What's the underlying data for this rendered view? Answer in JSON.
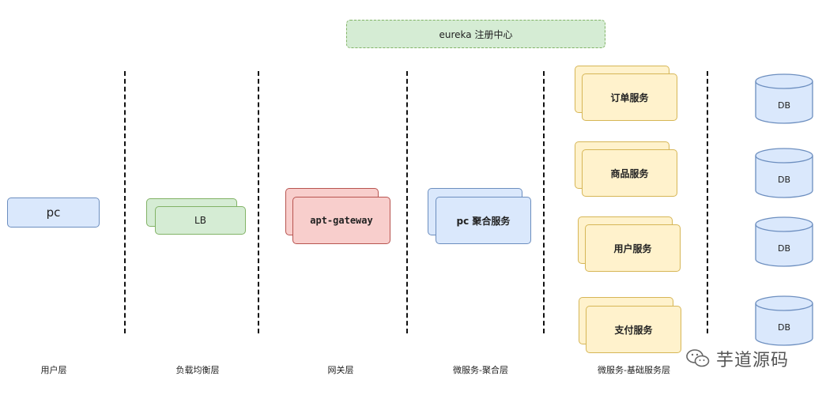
{
  "registry": {
    "label": "eureka 注册中心"
  },
  "nodes": {
    "pc": "pc",
    "lb": "LB",
    "gateway": "apt-gateway",
    "aggregation": "pc 聚合服务",
    "services": [
      "订单服务",
      "商品服务",
      "用户服务",
      "支付服务"
    ],
    "databases": [
      "DB",
      "DB",
      "DB",
      "DB"
    ]
  },
  "layers": [
    "用户层",
    "负载均衡层",
    "网关层",
    "微服务-聚合层",
    "微服务-基础服务层"
  ],
  "watermark": {
    "text": "芋道源码",
    "icon": "wechat-icon"
  },
  "colors": {
    "green_fill": "#d5ecd4",
    "green_stroke": "#82b366",
    "blue_fill": "#dae8fc",
    "blue_stroke": "#6c8ebf",
    "red_fill": "#f8cecc",
    "red_stroke": "#b85450",
    "yellow_fill": "#fff2cc",
    "yellow_stroke": "#d6b656"
  }
}
